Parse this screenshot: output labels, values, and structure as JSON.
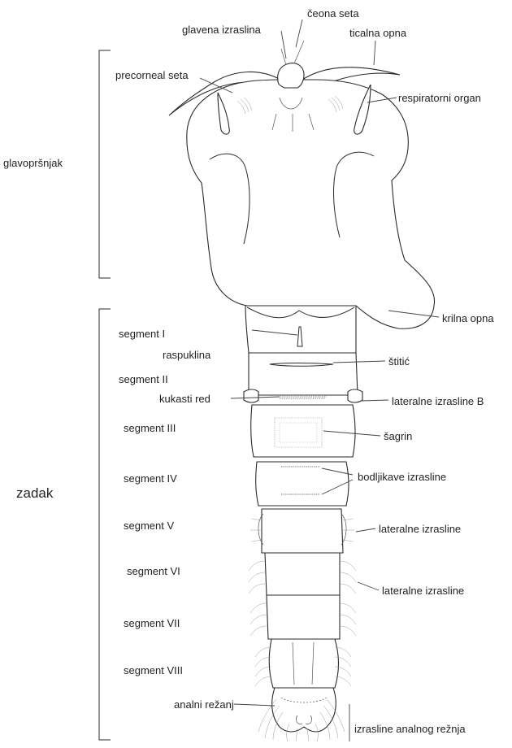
{
  "diagram": {
    "labels": {
      "glavena_izraslina": "glavena izraslina",
      "ceona_seta": "čeona seta",
      "ticalna_opna": "ticalna opna",
      "precorneal_seta": "precorneal seta",
      "respiratorni_organ": "respiratorni organ",
      "glavoprsnjak": "glavopršnjak",
      "krilna_opna": "krilna opna",
      "segment_1": "segment I",
      "raspuklina": "raspuklina",
      "stitic": "štitić",
      "segment_2": "segment II",
      "kukasti_red": "kukasti red",
      "lateralne_izrasline_b": "lateralne izrasline B",
      "segment_3": "segment III",
      "sagrin": "šagrin",
      "segment_4": "segment IV",
      "bodljikave_izrasline": "bodljikave izrasline",
      "zadak": "zadak",
      "segment_5": "segment V",
      "lateralne_izrasline_1": "lateralne izrasline",
      "segment_6": "segment VI",
      "lateralne_izrasline_2": "lateralne izrasline",
      "segment_7": "segment VII",
      "segment_8": "segment VIII",
      "analni_rezanj": "analni režanj",
      "izrasline_analnog_reznja": "izrasline analnog režnja"
    }
  }
}
